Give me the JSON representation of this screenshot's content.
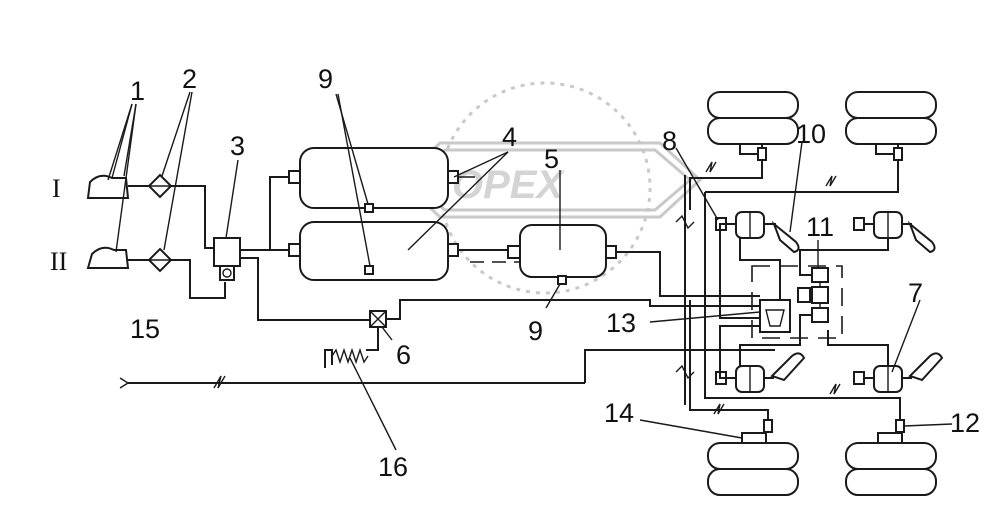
{
  "watermark": {
    "text": "OPEX",
    "color": "#c9c9c9"
  },
  "circuits": [
    {
      "id": "c1",
      "label": "I"
    },
    {
      "id": "c2",
      "label": "II"
    }
  ],
  "callouts": [
    {
      "id": "n1",
      "label": "1"
    },
    {
      "id": "n2",
      "label": "2"
    },
    {
      "id": "n3",
      "label": "3"
    },
    {
      "id": "n4",
      "label": "4"
    },
    {
      "id": "n5",
      "label": "5"
    },
    {
      "id": "n6",
      "label": "6"
    },
    {
      "id": "n7",
      "label": "7"
    },
    {
      "id": "n8",
      "label": "8"
    },
    {
      "id": "n9a",
      "label": "9"
    },
    {
      "id": "n9b",
      "label": "9"
    },
    {
      "id": "n10",
      "label": "10"
    },
    {
      "id": "n11",
      "label": "11"
    },
    {
      "id": "n12",
      "label": "12"
    },
    {
      "id": "n13",
      "label": "13"
    },
    {
      "id": "n14",
      "label": "14"
    },
    {
      "id": "n15",
      "label": "15"
    },
    {
      "id": "n16",
      "label": "16"
    }
  ],
  "line_color": "#1a1a1a"
}
